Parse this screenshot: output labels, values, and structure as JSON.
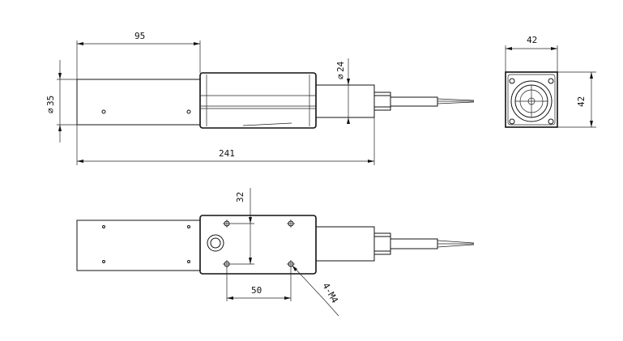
{
  "dimensions": {
    "length_to_flange": "95",
    "total_length": "241",
    "body_diameter": "35",
    "tube_diameter": "24",
    "flange_width": "42",
    "flange_height": "42",
    "hole_spacing_vertical": "32",
    "hole_spacing_horizontal": "50",
    "mounting_holes": "4-M4"
  },
  "symbols": {
    "diameter": "⌀"
  }
}
